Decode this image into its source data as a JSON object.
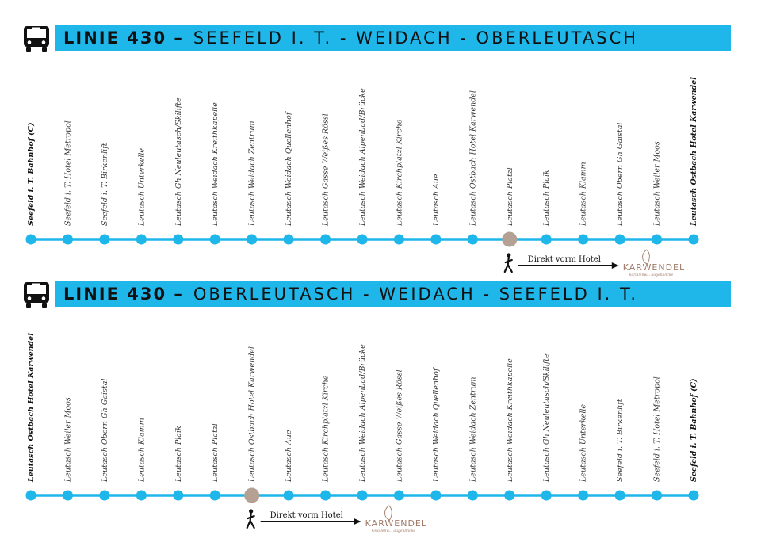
{
  "colors": {
    "accent": "#1fb6ea",
    "hotel_stop": "#b5a194",
    "brand": "#a07a68"
  },
  "sections": [
    {
      "line_label": "LINIE 430 –",
      "route_label": "SEEFELD I. T. - WEIDACH - OBERLEUTASCH",
      "walk_label": "Direkt vorm Hotel",
      "brand_name": "KARWENDEL",
      "brand_tagline": "korallenw... augenblicke",
      "hotel_stop_index": 13,
      "stops": [
        "Seefeld i. T. Bahnhof (C)",
        "Seefeld i. T. Hotel Metropol",
        "Seefeld i. T. Birkenlift",
        "Leutasch Unterkelle",
        "Leutasch Gh Neuleutasch/Skilifte",
        "Leutasch Weidach Kreithkapelle",
        "Leutasch Weidach Zentrum",
        "Leutasch Weidach Quellenhof",
        "Leutasch Gasse Weißes Rössl",
        "Leutasch Weidach Alpenbad/Brücke",
        "Leutasch Kirchplatzl Kirche",
        "Leutasch Aue",
        "Leutasch Ostbach Hotel Karwendel",
        "Leutasch Platzl",
        "Leutasch Plaik",
        "Leutasch Klamm",
        "Leutasch Obern Gh Gaistal",
        "Leutasch Weiler Moos",
        "Leutasch Ostbach Hotel Karwendel"
      ]
    },
    {
      "line_label": "LINIE 430 –",
      "route_label": "OBERLEUTASCH - WEIDACH - SEEFELD I. T.",
      "walk_label": "Direkt vorm Hotel",
      "brand_name": "KARWENDEL",
      "brand_tagline": "korallenw... augenblicke",
      "hotel_stop_index": 6,
      "stops": [
        "Leutasch Ostbach Hotel Karwendel",
        "Leutasch Weiler Moos",
        "Leutasch Obern Gh Gaistal",
        "Leutasch Klamm",
        "Leutasch Plaik",
        "Leutasch Platzl",
        "Leutasch Ostbach Hotel Karwendel",
        "Leutasch Aue",
        "Leutasch Kirchplatzl Kirche",
        "Leutasch Weidach Alpenbad/Brücke",
        "Leutasch Gasse Weißes Rössl",
        "Leutasch Weidach Quellenhof",
        "Leutasch Weidach Zentrum",
        "Leutasch Weidach Kreithkapelle",
        "Leutasch Gh Neuleutasch/Skilifte",
        "Leutasch Unterkelle",
        "Seefeld i. T. Birkenlift",
        "Seefeld i. T. Hotel Metropol",
        "Seefeld i. T. Bahnhof (C)"
      ]
    }
  ]
}
